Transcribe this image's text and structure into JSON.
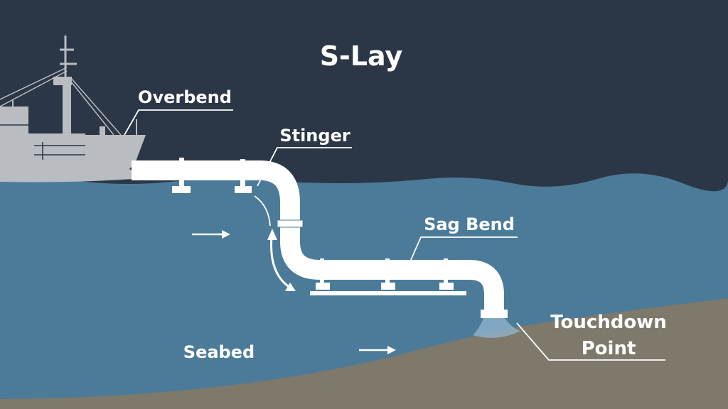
{
  "title": "S-Lay",
  "labels": {
    "overbend": "Overbend",
    "stinger": "Stinger",
    "sag_bend": "Sag Bend",
    "touchdown_line1": "Touchdown",
    "touchdown_line2": "Point",
    "seabed": "Seabed"
  },
  "colors": {
    "sky": "#2b3646",
    "water": "#4b7b99",
    "seabed": "#7e796b",
    "pipe": "#ffffff",
    "ship": "#b9bcc1"
  }
}
